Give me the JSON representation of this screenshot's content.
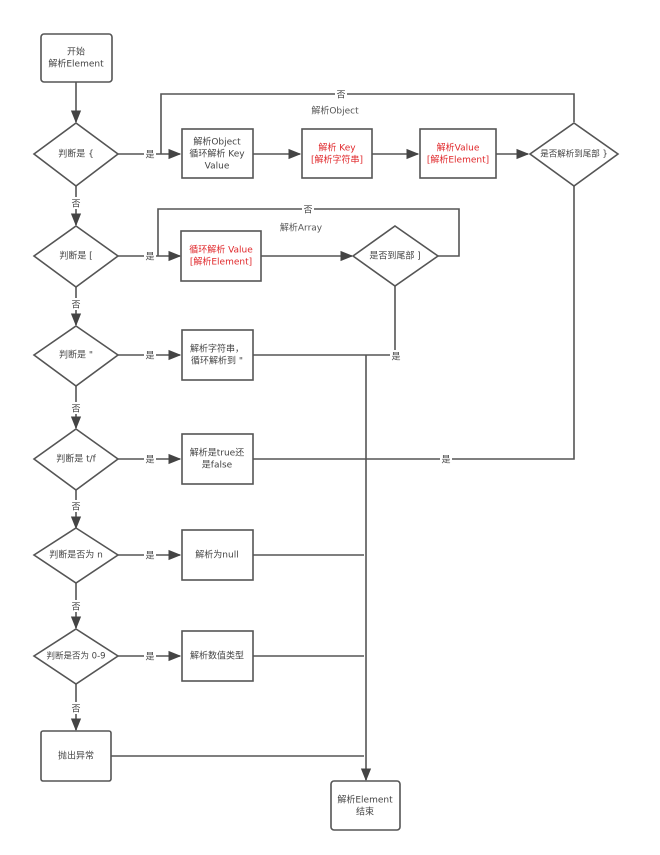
{
  "diagram": {
    "colors": {
      "line": "#555555",
      "text": "#444444",
      "highlight": "#e0282b"
    },
    "nodes": {
      "start": {
        "lines": [
          "开始",
          "解析Element"
        ]
      },
      "d_object": {
        "lines": [
          "判断是 {"
        ]
      },
      "obj_loop": {
        "lines": [
          "解析Object",
          "循环解析 Key",
          "Value"
        ]
      },
      "obj_key": {
        "lines": [
          "解析 Key",
          "[解析字符串]"
        ]
      },
      "obj_value": {
        "lines": [
          "解析Value",
          "[解析Element]"
        ]
      },
      "d_obj_end": {
        "lines": [
          "是否解析到尾部 }"
        ]
      },
      "d_array": {
        "lines": [
          "判断是 ["
        ]
      },
      "arr_loop": {
        "lines": [
          "循环解析 Value",
          "[解析Element]"
        ]
      },
      "d_arr_end": {
        "lines": [
          "是否到尾部 ]"
        ]
      },
      "d_string": {
        "lines": [
          "判断是 \""
        ]
      },
      "str_parse": {
        "lines": [
          "解析字符串，",
          "循环解析到 \""
        ]
      },
      "d_bool": {
        "lines": [
          "判断是 t/f"
        ]
      },
      "bool_parse": {
        "lines": [
          "解析是true还",
          "是false"
        ]
      },
      "d_null": {
        "lines": [
          "判断是否为 n"
        ]
      },
      "null_parse": {
        "lines": [
          "解析为null"
        ]
      },
      "d_number": {
        "lines": [
          "判断是否为 0-9"
        ]
      },
      "num_parse": {
        "lines": [
          "解析数值类型"
        ]
      },
      "throw": {
        "lines": [
          "抛出异常"
        ]
      },
      "end": {
        "lines": [
          "解析Element",
          "结束"
        ]
      }
    },
    "captions": {
      "object_group": "解析Object",
      "array_group": "解析Array"
    },
    "edge_labels": {
      "yes": "是",
      "no": "否"
    }
  }
}
